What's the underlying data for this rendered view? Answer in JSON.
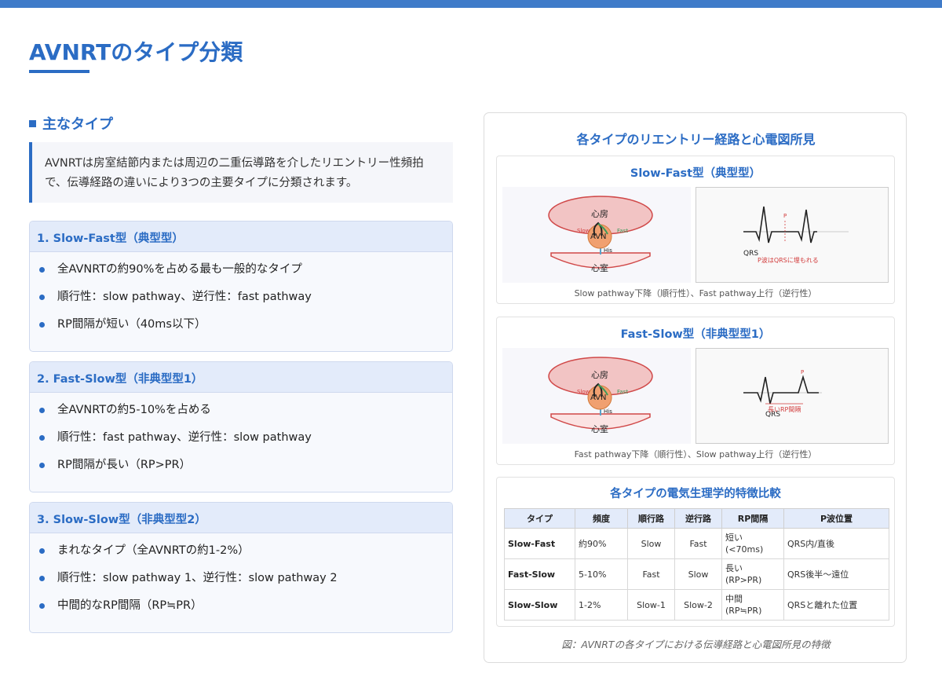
{
  "page": {
    "title": "AVNRTのタイプ分類",
    "section_heading": "主なタイプ",
    "intro": "AVNRTは房室結節内または周辺の二重伝導路を介したリエントリー性頻拍で、伝導経路の違いにより3つの主要タイプに分類されます。"
  },
  "types": [
    {
      "header": "1. Slow-Fast型（典型型）",
      "bullets": [
        "全AVNRTの約90%を占める最も一般的なタイプ",
        "順行性：slow pathway、逆行性：fast pathway",
        "RP間隔が短い（40ms以下）"
      ]
    },
    {
      "header": "2. Fast-Slow型（非典型型1）",
      "bullets": [
        "全AVNRTの約5-10%を占める",
        "順行性：fast pathway、逆行性：slow pathway",
        "RP間隔が長い（RP>PR）"
      ]
    },
    {
      "header": "3. Slow-Slow型（非典型型2）",
      "bullets": [
        "まれなタイプ（全AVNRTの約1-2%）",
        "順行性：slow pathway 1、逆行性：slow pathway 2",
        "中間的なRP間隔（RP≒PR）"
      ]
    }
  ],
  "figure": {
    "title": "各タイプのリエントリー経路と心電図所見",
    "slow_fast": {
      "title": "Slow-Fast型（典型型）",
      "caption": "Slow pathway下降（順行性）、Fast pathway上行（逆行性）",
      "labels": {
        "atrium": "心房",
        "avn": "AVN",
        "his": "His",
        "ventricle": "心室",
        "slow": "Slow",
        "fast": "Fast"
      },
      "ecg": {
        "p": "P",
        "qrs": "QRS",
        "note": "P波はQRSに埋もれる"
      }
    },
    "fast_slow": {
      "title": "Fast-Slow型（非典型型1）",
      "caption": "Fast pathway下降（順行性）、Slow pathway上行（逆行性）",
      "labels": {
        "atrium": "心房",
        "avn": "AVN",
        "his": "His",
        "ventricle": "心室",
        "slow": "Slow",
        "fast": "Fast"
      },
      "ecg": {
        "p": "P",
        "qrs": "QRS",
        "note": "長いRP間隔"
      }
    },
    "comparison": {
      "title": "各タイプの電気生理学的特徴比較",
      "headers": [
        "タイプ",
        "頻度",
        "順行路",
        "逆行路",
        "RP間隔",
        "P波位置"
      ],
      "rows": [
        {
          "type": "Slow-Fast",
          "freq": "約90%",
          "antegrade": "Slow",
          "retrograde": "Fast",
          "rp1": "短い",
          "rp2": "(<70ms)",
          "p": "QRS内/直後"
        },
        {
          "type": "Fast-Slow",
          "freq": "5-10%",
          "antegrade": "Fast",
          "retrograde": "Slow",
          "rp1": "長い",
          "rp2": "(RP>PR)",
          "p": "QRS後半〜遠位"
        },
        {
          "type": "Slow-Slow",
          "freq": "1-2%",
          "antegrade": "Slow-1",
          "retrograde": "Slow-2",
          "rp1": "中間",
          "rp2": "(RP≒PR)",
          "p": "QRSと離れた位置"
        }
      ]
    },
    "caption": "図：AVNRTの各タイプにおける伝導経路と心電図所見の特徴"
  },
  "colors": {
    "accent": "#2b6cc4",
    "atrium_fill": "#f2c4c4",
    "atrium_stroke": "#d04848",
    "avn_fill": "#f0a070",
    "slow": "#d23c3c",
    "fast": "#3c9a5a"
  }
}
